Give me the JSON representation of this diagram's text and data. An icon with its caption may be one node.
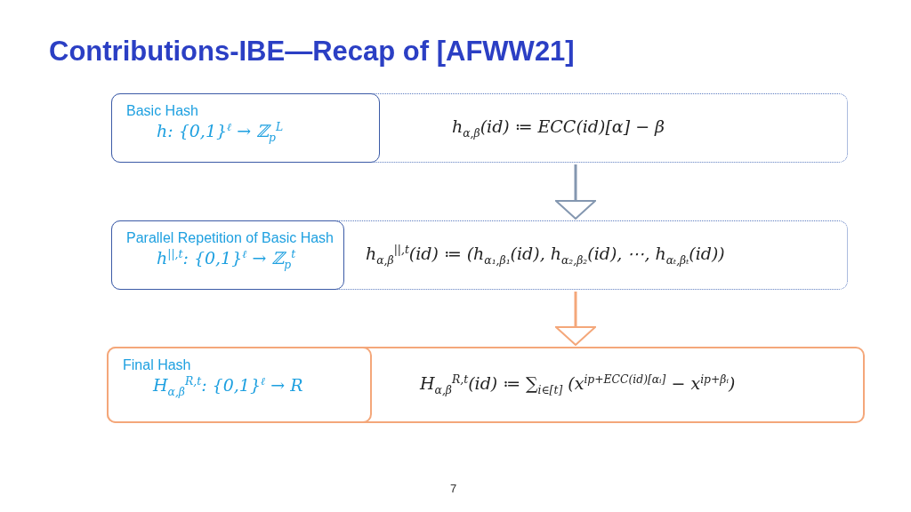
{
  "diagram": {
    "title": "Contributions-IBE—Recap of [AFWW21]",
    "nodes": [
      {
        "text": [
          "h$_{α,β}$(id) ≔ ECC(id)[α] − β"
        ]
      },
      {
        "text": [
          "Basic Hash",
          "h: {0,1}$^{ℓ}$ → ℤ$_{p}$$^{L}$"
        ],
        "in": 0
      },
      {
        "text": [
          "h$_{α,β}$$^{||,t}$(id) ≔ (h$_{α₁,β₁}$(id), h$_{α₂,β₂}$(id), ⋯, h$_{αₜ,βₜ}$(id))"
        ]
      },
      {
        "text": [
          "Parallel Repetition of Basic Hash",
          "h$^{||,t}$: {0,1}$^{ℓ}$ → ℤ$_{p}$$^{t}$"
        ],
        "in": 2
      },
      {
        "text": [
          "H$_{α,β}$$^{R,t}$(id) ≔ ∑$_{i∈[t]}$ (x$^{ip+ECC(id)[αᵢ]}$ − x$^{ip+βᵢ}$)"
        ]
      },
      {
        "text": [
          "Final Hash",
          "H$_{α,β}$$^{R,t}$: {0,1}$^{ℓ}$ → R"
        ],
        "in": 4
      }
    ],
    "edges": [
      {
        "from": 0,
        "to": 2,
        "arrow": "to"
      },
      {
        "from": 2,
        "to": 4,
        "arrow": "to",
        "color": "#f4a77a"
      }
    ],
    "labels": [
      "7"
    ]
  }
}
